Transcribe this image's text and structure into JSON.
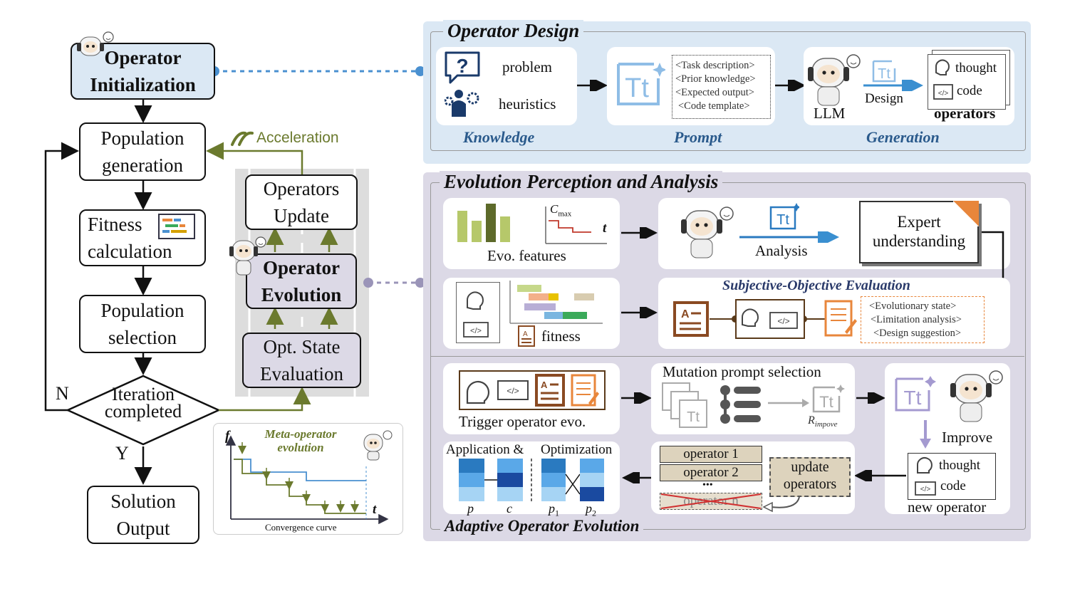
{
  "flow": {
    "init_line1": "Operator",
    "init_line2": "Initialization",
    "popgen_line1": "Population",
    "popgen_line2": "generation",
    "fitness_line1": "Fitness",
    "fitness_line2": "calculation",
    "popsel_line1": "Population",
    "popsel_line2": "selection",
    "iter_line1": "Iteration",
    "iter_line2": "completed",
    "n_label": "N",
    "y_label": "Y",
    "sol_line1": "Solution",
    "sol_line2": "Output",
    "acceleration": "Acceleration"
  },
  "middle": {
    "update_line1": "Operators",
    "update_line2": "Update",
    "evo_line1": "Operator",
    "evo_line2": "Evolution",
    "opt_line1": "Opt. State",
    "opt_line2": "Evaluation"
  },
  "meta": {
    "title_line1": "Meta-operator",
    "title_line2": "evolution",
    "f_axis": "f",
    "t_axis": "t",
    "caption": "Convergence curve"
  },
  "design": {
    "title": "Operator Design",
    "problem": "problem",
    "heuristics": "heuristics",
    "knowledge": "Knowledge",
    "prompt_items": [
      "<Task description>",
      "<Prior knowledge>",
      "<Expected output>",
      "<Code template>"
    ],
    "prompt": "Prompt",
    "llm": "LLM",
    "design_label": "Design",
    "thought": "thought",
    "code": "code",
    "operators": "operators",
    "generation": "Generation"
  },
  "perception": {
    "title": "Evolution Perception and Analysis",
    "evo_features": "Evo. features",
    "cmax": "C",
    "cmax_sub": "max",
    "t_axis": "t",
    "analysis": "Analysis",
    "expert_line1": "Expert",
    "expert_line2": "understanding",
    "fitness": "fitness",
    "soe_title": "Subjective-Objective Evaluation",
    "soe_items": [
      "<Evolutionary state>",
      "<Limitation analysis>",
      "<Design suggestion>"
    ]
  },
  "adaptive": {
    "title": "Adaptive Operator Evolution",
    "trigger": "Trigger operator evo.",
    "mutation": "Mutation prompt selection",
    "r_improve": "R",
    "r_sub": "impove",
    "improve": "Improve",
    "thought": "thought",
    "code": "code",
    "new_operator": "new operator",
    "app_label": "Application &",
    "opt_label": "Optimization",
    "p": "p",
    "c": "c",
    "p1": "p",
    "p1_sub": "1",
    "p2": "p",
    "p2_sub": "2",
    "operator1": "operator 1",
    "operator2": "operator 2",
    "dots": "•••",
    "operatorn": "operator n",
    "update_line1": "update",
    "update_line2": "operators"
  },
  "colors": {
    "design_bg": "#dbe8f4",
    "perception_bg": "#dcd9e6",
    "accent_blue": "#2a5a8c",
    "olive": "#6b7a2e",
    "orange": "#e8863b",
    "brown": "#8a4a22"
  }
}
